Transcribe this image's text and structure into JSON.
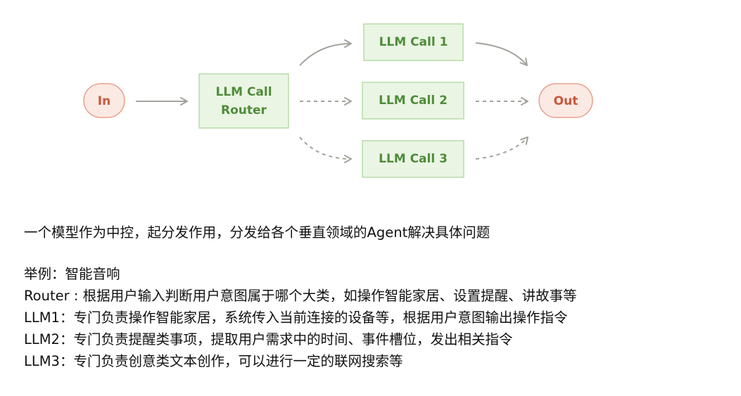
{
  "diagram": {
    "in_label": "In",
    "router_label_line1": "LLM Call",
    "router_label_line2": "Router",
    "call1_label": "LLM Call 1",
    "call2_label": "LLM Call 2",
    "call3_label": "LLM Call 3",
    "out_label": "Out",
    "colors": {
      "io_fill": "#fbe9e4",
      "io_stroke": "#e8a08c",
      "io_text": "#c9573a",
      "box_fill": "#eaf5e4",
      "box_stroke": "#b8dca8",
      "box_text": "#4f8c3a",
      "arrow": "#a3a39c"
    }
  },
  "text": {
    "summary": "一个模型作为中控，起分发作用，分发给各个垂直领域的Agent解决具体问题",
    "example_title": "举例：智能音响",
    "router_desc": "Router : 根据用户输入判断用户意图属于哪个大类，如操作智能家居、设置提醒、讲故事等",
    "llm1_desc": "LLM1：专门负责操作智能家居，系统传入当前连接的设备等，根据用户意图输出操作指令",
    "llm2_desc": "LLM2：专门负责提醒类事项，提取用户需求中的时间、事件槽位，发出相关指令",
    "llm3_desc": "LLM3：专门负责创意类文本创作，可以进行一定的联网搜索等"
  }
}
